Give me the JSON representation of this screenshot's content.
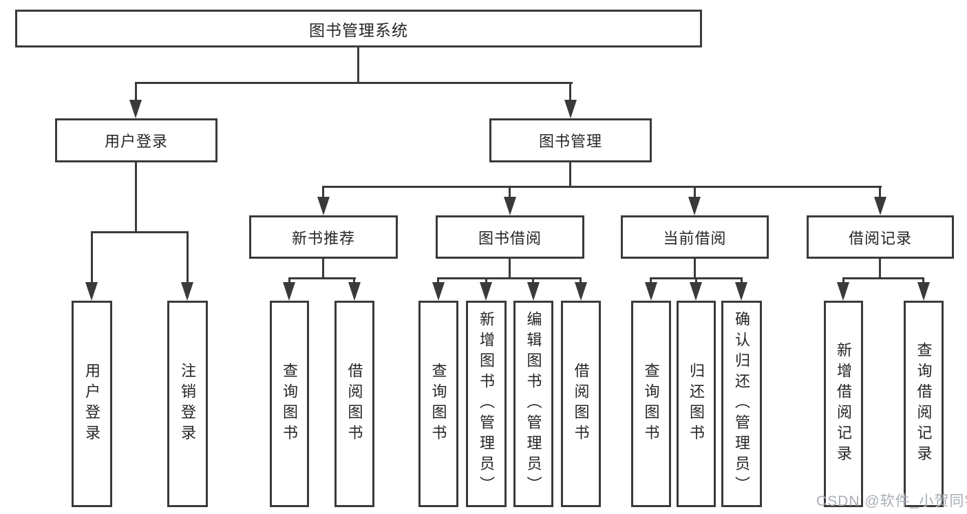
{
  "colors": {
    "line": "#3a3a3a",
    "box_border": "#3a3a3a",
    "text": "#262626",
    "background": "#ffffff",
    "watermark": "#a9aeb6"
  },
  "root": {
    "label": "图书管理系统"
  },
  "branches": {
    "user_login": {
      "label": "用户登录",
      "children": [
        "用户登录",
        "注销登录"
      ]
    },
    "book_mgmt": {
      "label": "图书管理",
      "sections": [
        {
          "label": "新书推荐",
          "children": [
            "查询图书",
            "借阅图书"
          ]
        },
        {
          "label": "图书借阅",
          "children": [
            "查询图书",
            "新增图书（管理员）",
            "编辑图书（管理员）",
            "借阅图书"
          ]
        },
        {
          "label": "当前借阅",
          "children": [
            "查询图书",
            "归还图书",
            "确认归还（管理员）"
          ]
        },
        {
          "label": "借阅记录",
          "children": [
            "新增借阅记录",
            "查询借阅记录"
          ]
        }
      ]
    }
  },
  "watermark": {
    "text": "CSDN @软件_小贺同学"
  }
}
